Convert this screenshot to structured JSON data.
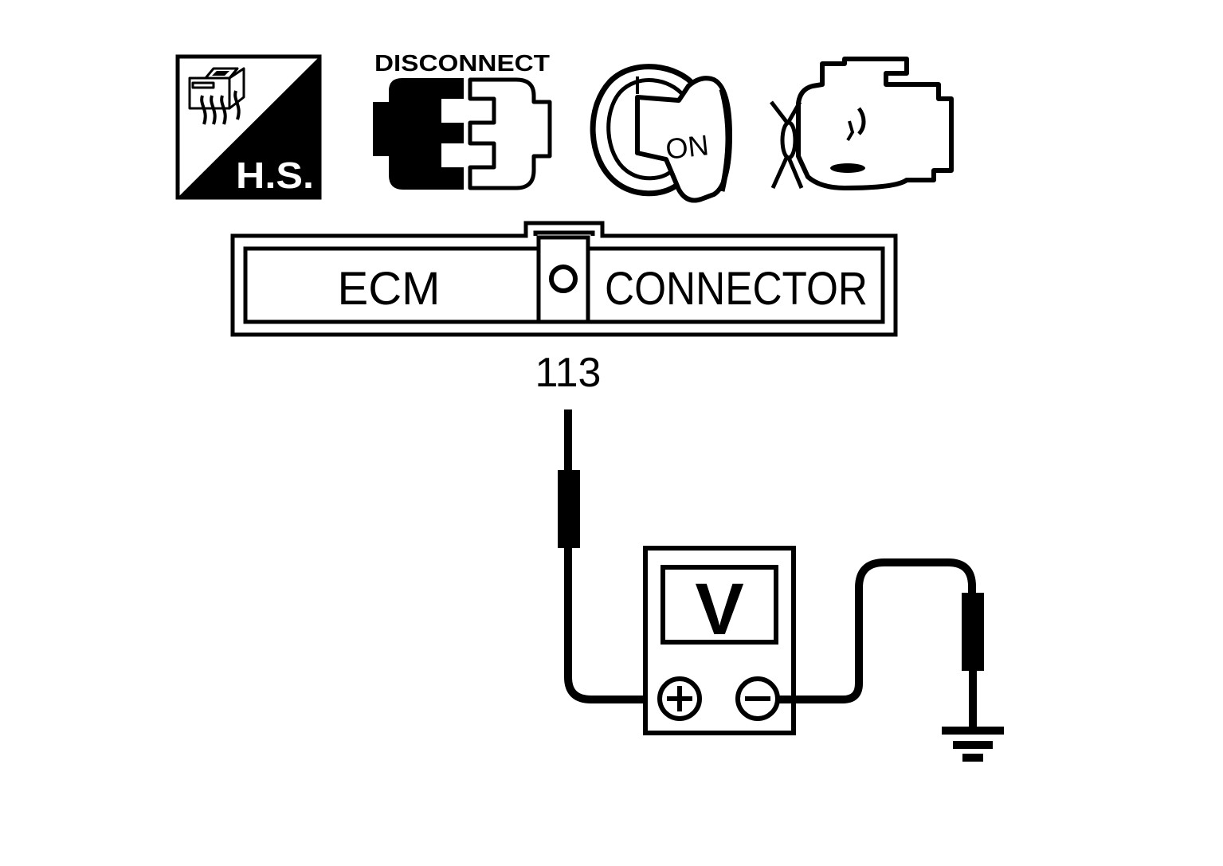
{
  "icons": {
    "harness_side": {
      "icon": "harness-connector-icon",
      "label": "H.S."
    },
    "disconnect": {
      "icon": "disconnect-connector-icon",
      "label": "DISCONNECT"
    },
    "ignition": {
      "icon": "ignition-key-icon",
      "label": "ON"
    },
    "engine": {
      "icon": "engine-stopped-icon"
    }
  },
  "connector": {
    "left_label": "ECM",
    "right_label": "CONNECTOR",
    "terminal": "113"
  },
  "meter": {
    "display": "V",
    "positive_icon": "plus-terminal-icon",
    "negative_icon": "minus-terminal-icon"
  },
  "ground": {
    "icon": "ground-symbol-icon"
  },
  "colors": {
    "ink": "#000000",
    "paper": "#ffffff"
  }
}
